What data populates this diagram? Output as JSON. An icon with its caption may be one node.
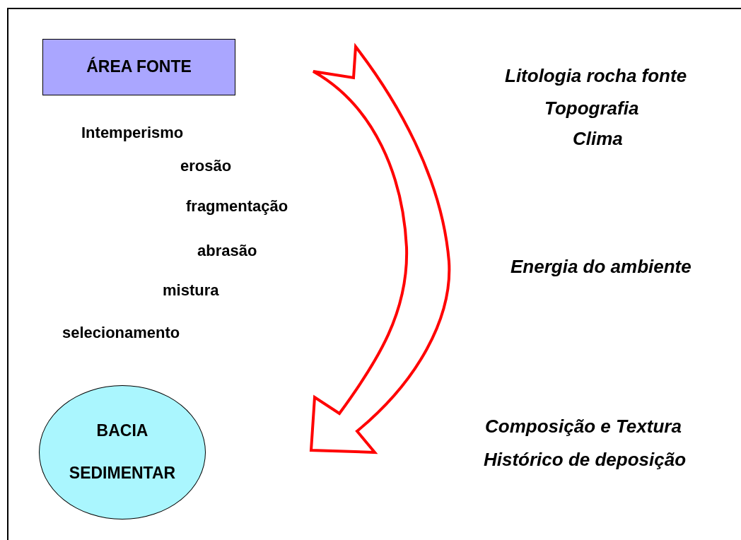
{
  "diagram": {
    "nodes": [
      {
        "text": [
          "ÁREA FONTE"
        ]
      },
      {
        "text": [
          "BACIA SEDIMENTAR"
        ]
      }
    ],
    "edges": [
      {
        "from": 0,
        "to": 1,
        "arrow": "to",
        "style": "thick",
        "color": "#ff0000"
      }
    ],
    "labels": [
      "Intemperismo",
      "erosão",
      "Litologia rocha fonte",
      "Topografia",
      "Clima",
      "fragmentação",
      "abrasão",
      "Energia do ambiente",
      "mistura",
      "selecionamento",
      "Composição e Textura",
      "Histórico de deposição"
    ]
  }
}
